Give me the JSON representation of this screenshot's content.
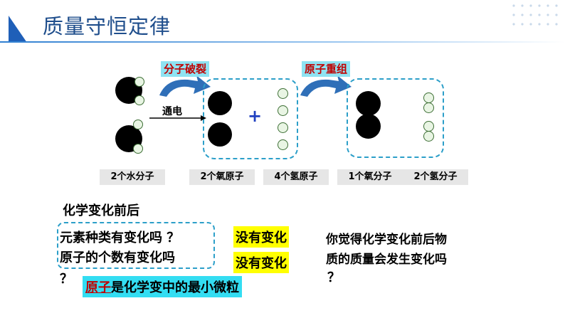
{
  "header": {
    "title": "质量守恒定律"
  },
  "diagram": {
    "step1_label": "分子破裂",
    "step2_label": "原子重组",
    "arrow_label": "通电",
    "plus": "+",
    "captions": [
      "2个水分子",
      "2个氧原子",
      "4个氢原子",
      "1个氧分子",
      "2个氢分子"
    ]
  },
  "text": {
    "section_title": "化学变化前后",
    "q1": "元素种类有变化吗",
    "q1_mark": "？",
    "q2": "原子的个数有变化吗",
    "q2_mark": "？",
    "a1": "没有变化",
    "a2": "没有变化",
    "ask_line1": "你觉得化学变化前后物",
    "ask_line2": "质的质量会发生变化吗",
    "ask_mark": "？",
    "fact_prefix": "原子",
    "fact_rest": "是化学变中的最小微粒"
  },
  "colors": {
    "title": "#1f4e8c",
    "dash": "#2c9fc9",
    "highlight": "#ffff00",
    "fact_bar": "#33ddf2",
    "banner_text": "#c00000"
  }
}
